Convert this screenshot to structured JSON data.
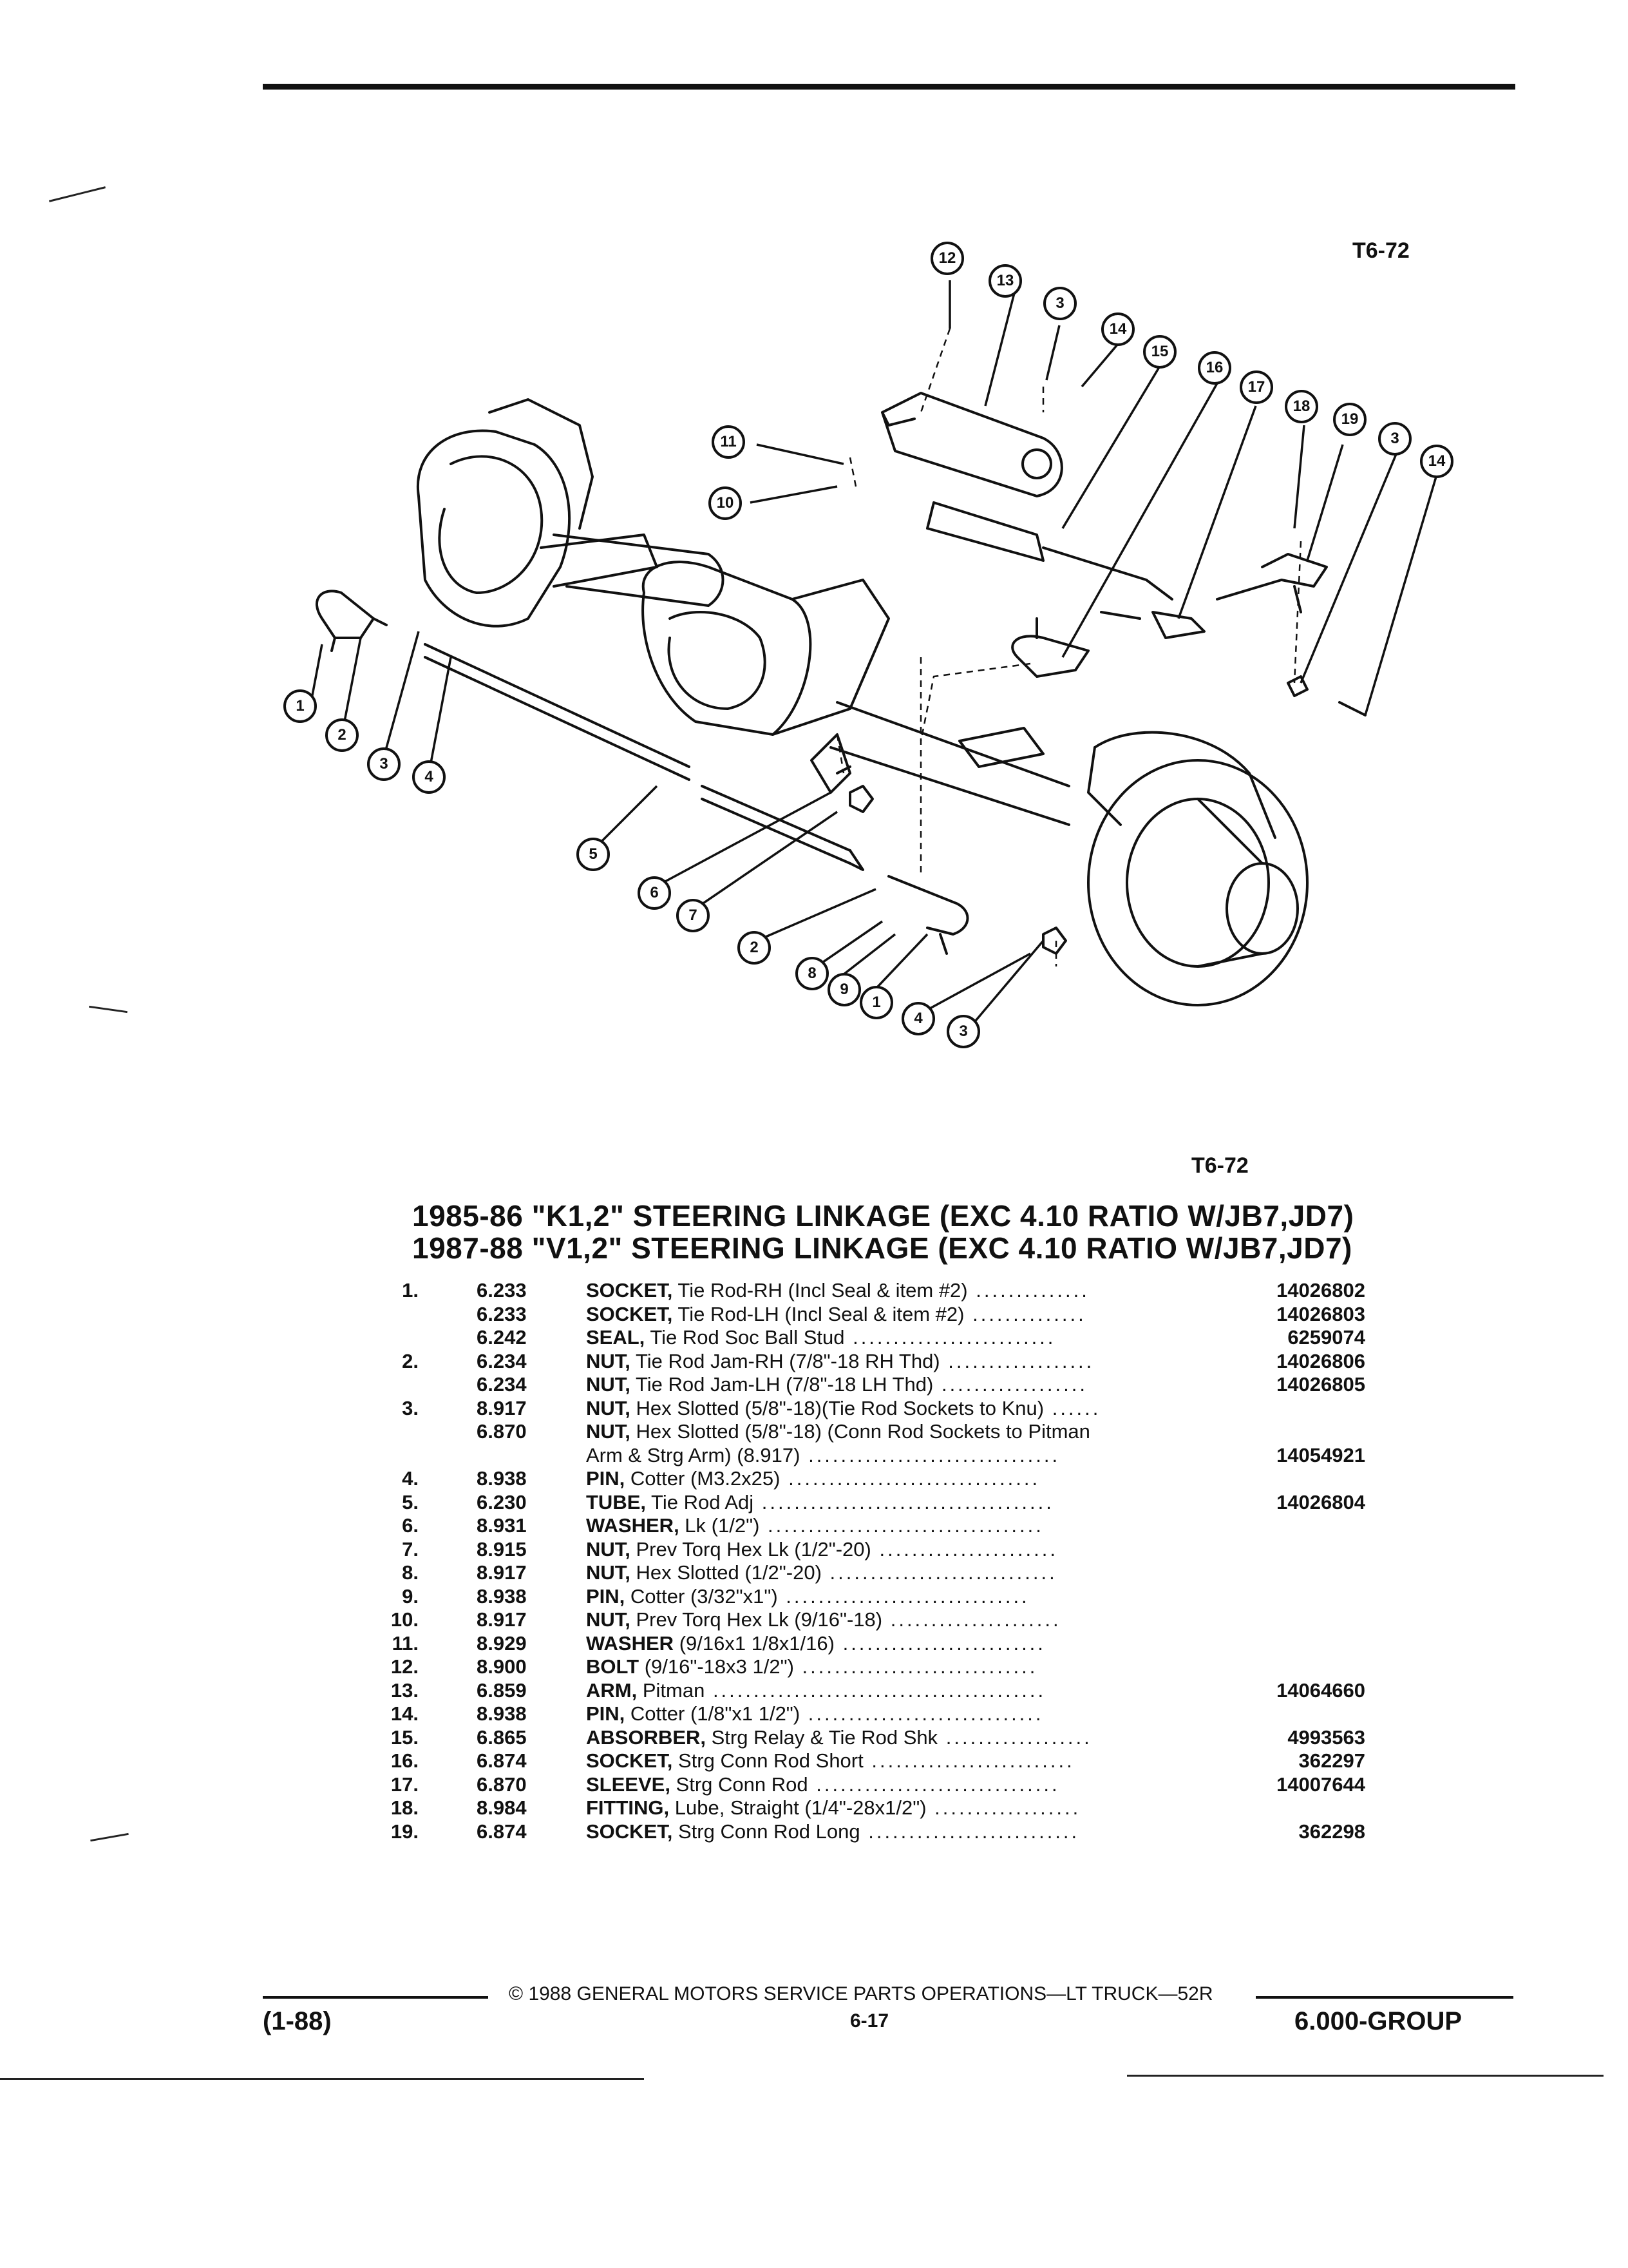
{
  "figure": {
    "code_top": "T6-72",
    "code_bottom": "T6-72"
  },
  "callouts": [
    "1",
    "2",
    "3",
    "4",
    "5",
    "6",
    "7",
    "8",
    "9",
    "10",
    "11",
    "12",
    "13",
    "14",
    "15",
    "16",
    "17",
    "18",
    "19"
  ],
  "titles": {
    "line1": "1985-86 \"K1,2\" STEERING LINKAGE (EXC 4.10 RATIO W/JB7,JD7)",
    "line2": "1987-88 \"V1,2\" STEERING LINKAGE (EXC 4.10 RATIO W/JB7,JD7)"
  },
  "parts": [
    {
      "num": "1.",
      "group": "6.233",
      "name": "SOCKET,",
      "detail": " Tie Rod-RH (Incl Seal & item #2)",
      "dots": " ..............",
      "pn": "14026802"
    },
    {
      "num": "",
      "group": "6.233",
      "name": "SOCKET,",
      "detail": " Tie Rod-LH (Incl Seal & item #2)",
      "dots": " ..............",
      "pn": "14026803"
    },
    {
      "num": "",
      "group": "6.242",
      "name": "SEAL,",
      "detail": " Tie Rod Soc Ball Stud",
      "dots": " .........................",
      "pn": "6259074"
    },
    {
      "num": "2.",
      "group": "6.234",
      "name": "NUT,",
      "detail": " Tie Rod Jam-RH (7/8\"-18 RH Thd)",
      "dots": " ..................",
      "pn": "14026806"
    },
    {
      "num": "",
      "group": "6.234",
      "name": "NUT,",
      "detail": " Tie Rod Jam-LH (7/8\"-18 LH Thd)",
      "dots": " ..................",
      "pn": "14026805"
    },
    {
      "num": "3.",
      "group": "8.917",
      "name": "NUT,",
      "detail": " Hex Slotted (5/8\"-18)(Tie Rod Sockets to Knu)",
      "dots": " ......",
      "pn": ""
    },
    {
      "num": "",
      "group": "6.870",
      "name": "NUT,",
      "detail": " Hex Slotted (5/8\"-18) (Conn Rod Sockets to Pitman",
      "dots": "",
      "pn": ""
    },
    {
      "num": "",
      "group": "",
      "name": "",
      "detail": "Arm & Strg Arm) (8.917)",
      "dots": " ...............................",
      "pn": "14054921"
    },
    {
      "num": "4.",
      "group": "8.938",
      "name": "PIN,",
      "detail": " Cotter (M3.2x25)",
      "dots": " ...............................",
      "pn": ""
    },
    {
      "num": "5.",
      "group": "6.230",
      "name": "TUBE,",
      "detail": " Tie Rod Adj",
      "dots": " ....................................",
      "pn": "14026804"
    },
    {
      "num": "6.",
      "group": "8.931",
      "name": "WASHER,",
      "detail": " Lk (1/2\")",
      "dots": " ..................................",
      "pn": ""
    },
    {
      "num": "7.",
      "group": "8.915",
      "name": "NUT,",
      "detail": " Prev Torq Hex Lk (1/2\"-20)",
      "dots": " ......................",
      "pn": ""
    },
    {
      "num": "8.",
      "group": "8.917",
      "name": "NUT,",
      "detail": " Hex Slotted (1/2\"-20)",
      "dots": " ............................",
      "pn": ""
    },
    {
      "num": "9.",
      "group": "8.938",
      "name": "PIN,",
      "detail": " Cotter (3/32\"x1\")",
      "dots": " ..............................",
      "pn": ""
    },
    {
      "num": "10.",
      "group": "8.917",
      "name": "NUT,",
      "detail": " Prev Torq Hex Lk (9/16\"-18)",
      "dots": " .....................",
      "pn": ""
    },
    {
      "num": "11.",
      "group": "8.929",
      "name": "WASHER",
      "detail": " (9/16x1 1/8x1/16)",
      "dots": " .........................",
      "pn": ""
    },
    {
      "num": "12.",
      "group": "8.900",
      "name": "BOLT",
      "detail": " (9/16\"-18x3 1/2\")",
      "dots": " .............................",
      "pn": ""
    },
    {
      "num": "13.",
      "group": "6.859",
      "name": "ARM,",
      "detail": " Pitman",
      "dots": " .........................................",
      "pn": "14064660"
    },
    {
      "num": "14.",
      "group": "8.938",
      "name": "PIN,",
      "detail": " Cotter (1/8\"x1 1/2\")",
      "dots": " .............................",
      "pn": ""
    },
    {
      "num": "15.",
      "group": "6.865",
      "name": "ABSORBER,",
      "detail": " Strg Relay & Tie Rod Shk",
      "dots": " ..................",
      "pn": "4993563"
    },
    {
      "num": "16.",
      "group": "6.874",
      "name": "SOCKET,",
      "detail": " Strg Conn Rod Short",
      "dots": " .........................",
      "pn": "362297"
    },
    {
      "num": "17.",
      "group": "6.870",
      "name": "SLEEVE,",
      "detail": " Strg Conn Rod",
      "dots": " ..............................",
      "pn": "14007644"
    },
    {
      "num": "18.",
      "group": "8.984",
      "name": "FITTING,",
      "detail": " Lube, Straight (1/4\"-28x1/2\")",
      "dots": " ..................",
      "pn": ""
    },
    {
      "num": "19.",
      "group": "6.874",
      "name": "SOCKET,",
      "detail": " Strg Conn Rod Long",
      "dots": " ..........................",
      "pn": "362298"
    }
  ],
  "footer": {
    "copyright": "© 1988 GENERAL MOTORS SERVICE PARTS OPERATIONS—LT TRUCK—52R",
    "date": "(1-88)",
    "page": "6-17",
    "group": "6.000-GROUP"
  }
}
